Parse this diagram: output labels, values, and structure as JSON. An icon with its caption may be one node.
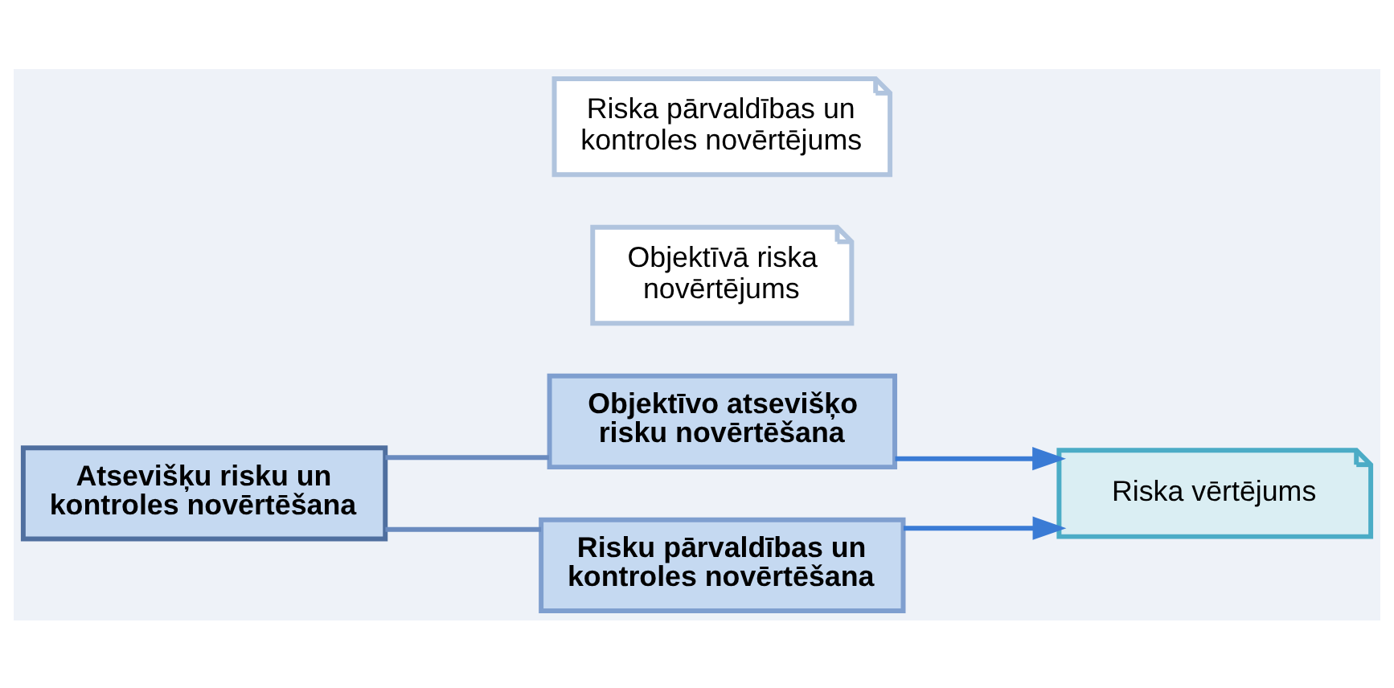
{
  "diagram": {
    "nodes": [
      {
        "text": [
          "Atsevišķu risku un kontroles novērtēšana"
        ]
      },
      {
        "text": [
          "Objektīvo atsevišķo risku novērtēšana"
        ]
      },
      {
        "text": [
          "Objektīvā riska novērtējums"
        ]
      },
      {
        "text": [
          "Risku pārvaldības un kontroles novērtēšana"
        ]
      },
      {
        "text": [
          "Riska pārvaldības un kontroles novērtējums"
        ]
      },
      {
        "text": [
          "Riska vērtējums"
        ]
      }
    ],
    "edges": [
      {
        "from": 0,
        "to": 1,
        "arrow": "none"
      },
      {
        "from": 0,
        "to": 3,
        "arrow": "none"
      },
      {
        "from": 1,
        "to": 5,
        "arrow": "to"
      },
      {
        "from": 3,
        "to": 5,
        "arrow": "to"
      }
    ]
  }
}
